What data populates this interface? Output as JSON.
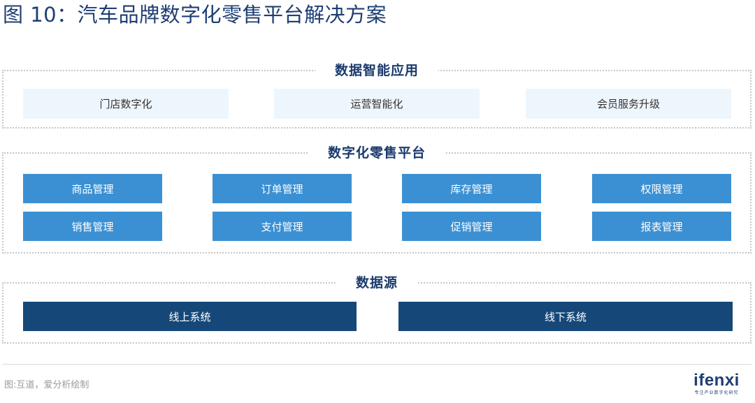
{
  "title": "图 10：汽车品牌数字化零售平台解决方案",
  "layers": [
    {
      "title": "数据智能应用",
      "items": [
        "门店数字化",
        "运营智能化",
        "会员服务升级"
      ]
    },
    {
      "title": "数字化零售平台",
      "items": [
        "商品管理",
        "订单管理",
        "库存管理",
        "权限管理",
        "销售管理",
        "支付管理",
        "促销管理",
        "报表管理"
      ]
    },
    {
      "title": "数据源",
      "items": [
        "线上系统",
        "线下系统"
      ]
    }
  ],
  "source": "图:互道，爱分析绘制",
  "brand": {
    "name": "ifenxi",
    "tagline": "专注产业数字化研究"
  },
  "colors": {
    "title": "#1e3e73",
    "light_box": "#eef6fd",
    "mid_box": "#3b90d3",
    "dark_box": "#154879",
    "border": "#c6c6c6"
  }
}
